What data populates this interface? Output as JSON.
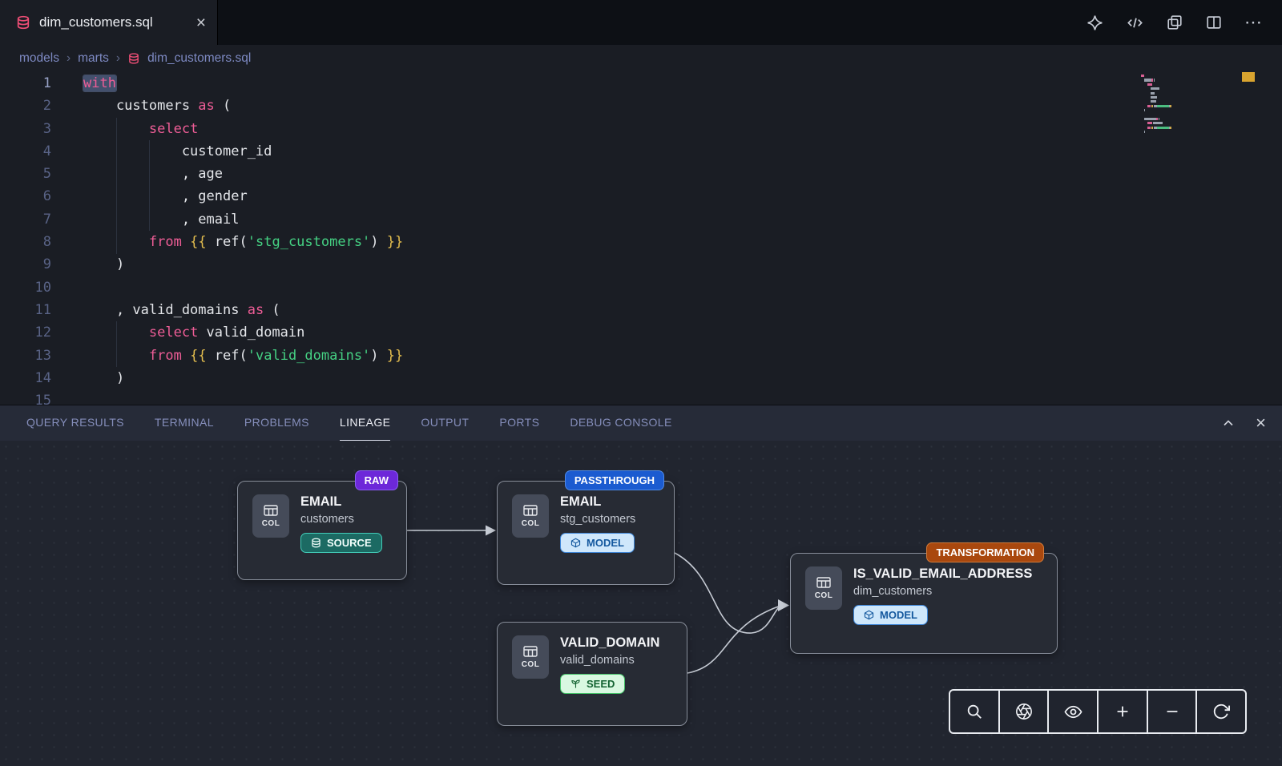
{
  "colors": {
    "keyword_pink": "#ee5d96",
    "string_green": "#45d183",
    "jinja_yellow": "#e3bd4e",
    "tab_icon_pink": "#ef4e76",
    "tag_raw": "#6d28d9",
    "tag_passthrough": "#1b5bd0",
    "tag_transformation": "#a9480e",
    "badge_source": "#1c6a63",
    "badge_model": "#cfe7fb",
    "badge_seed": "#d9f8e1",
    "overview_marker": "#d9a42f"
  },
  "glyphs": {
    "close": "×",
    "more": "⋯"
  },
  "tabbar": {
    "tab_title": "dim_customers.sql",
    "action_icons": [
      "extension",
      "code",
      "preview-panel",
      "split-editor",
      "more-actions"
    ]
  },
  "breadcrumb": {
    "items": [
      "models",
      "marts",
      "dim_customers.sql"
    ],
    "separator": "›"
  },
  "editor": {
    "lines": [
      {
        "n": "1",
        "segs": [
          {
            "t": "with",
            "c": "kw",
            "sel": true
          }
        ]
      },
      {
        "n": "2",
        "segs": [
          {
            "t": "    customers ",
            "c": "pl"
          },
          {
            "t": "as",
            "c": "kw"
          },
          {
            "t": " (",
            "c": "pl"
          }
        ]
      },
      {
        "n": "3",
        "segs": [
          {
            "t": "        ",
            "c": "pl"
          },
          {
            "t": "select",
            "c": "kw"
          }
        ]
      },
      {
        "n": "4",
        "segs": [
          {
            "t": "            customer_id",
            "c": "pl"
          }
        ]
      },
      {
        "n": "5",
        "segs": [
          {
            "t": "            , age",
            "c": "pl"
          }
        ]
      },
      {
        "n": "6",
        "segs": [
          {
            "t": "            , gender",
            "c": "pl"
          }
        ]
      },
      {
        "n": "7",
        "segs": [
          {
            "t": "            , email",
            "c": "pl"
          }
        ]
      },
      {
        "n": "8",
        "segs": [
          {
            "t": "        ",
            "c": "pl"
          },
          {
            "t": "from",
            "c": "kw"
          },
          {
            "t": " ",
            "c": "pl"
          },
          {
            "t": "{{",
            "c": "jinja"
          },
          {
            "t": " ref(",
            "c": "pl"
          },
          {
            "t": "'stg_customers'",
            "c": "str"
          },
          {
            "t": ") ",
            "c": "pl"
          },
          {
            "t": "}}",
            "c": "jinja"
          }
        ]
      },
      {
        "n": "9",
        "segs": [
          {
            "t": "    )",
            "c": "pl"
          }
        ]
      },
      {
        "n": "10",
        "segs": []
      },
      {
        "n": "11",
        "segs": [
          {
            "t": "    , valid_domains ",
            "c": "pl"
          },
          {
            "t": "as",
            "c": "kw"
          },
          {
            "t": " (",
            "c": "pl"
          }
        ]
      },
      {
        "n": "12",
        "segs": [
          {
            "t": "        ",
            "c": "pl"
          },
          {
            "t": "select",
            "c": "kw"
          },
          {
            "t": " valid_domain",
            "c": "pl"
          }
        ]
      },
      {
        "n": "13",
        "segs": [
          {
            "t": "        ",
            "c": "pl"
          },
          {
            "t": "from",
            "c": "kw"
          },
          {
            "t": " ",
            "c": "pl"
          },
          {
            "t": "{{",
            "c": "jinja"
          },
          {
            "t": " ref(",
            "c": "pl"
          },
          {
            "t": "'valid_domains'",
            "c": "str"
          },
          {
            "t": ") ",
            "c": "pl"
          },
          {
            "t": "}}",
            "c": "jinja"
          }
        ]
      },
      {
        "n": "14",
        "segs": [
          {
            "t": "    )",
            "c": "pl"
          }
        ]
      },
      {
        "n": "15",
        "segs": []
      }
    ]
  },
  "panel": {
    "tabs": [
      {
        "label": "QUERY RESULTS",
        "active": false
      },
      {
        "label": "TERMINAL",
        "active": false
      },
      {
        "label": "PROBLEMS",
        "active": false
      },
      {
        "label": "LINEAGE",
        "active": true
      },
      {
        "label": "OUTPUT",
        "active": false
      },
      {
        "label": "PORTS",
        "active": false
      },
      {
        "label": "DEBUG CONSOLE",
        "active": false
      }
    ]
  },
  "lineage": {
    "nodes": [
      {
        "tag": "RAW",
        "title": "EMAIL",
        "subtitle": "customers",
        "badge": "SOURCE",
        "icon_label": "COL"
      },
      {
        "tag": "PASSTHROUGH",
        "title": "EMAIL",
        "subtitle": "stg_customers",
        "badge": "MODEL",
        "icon_label": "COL"
      },
      {
        "tag": null,
        "title": "VALID_DOMAIN",
        "subtitle": "valid_domains",
        "badge": "SEED",
        "icon_label": "COL"
      },
      {
        "tag": "TRANSFORMATION",
        "title": "IS_VALID_EMAIL_ADDRESS",
        "subtitle": "dim_customers",
        "badge": "MODEL",
        "icon_label": "COL"
      }
    ],
    "toolbar": [
      "search",
      "aperture",
      "eye",
      "zoom-in",
      "zoom-out",
      "refresh"
    ]
  }
}
